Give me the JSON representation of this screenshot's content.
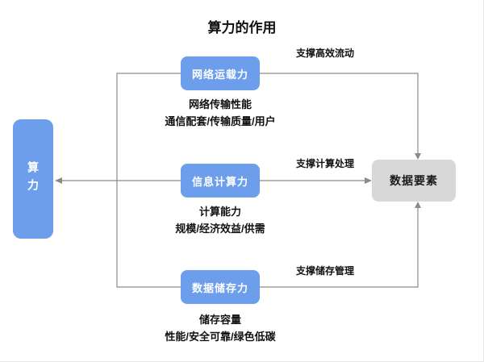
{
  "title": "算力的作用",
  "left_node": {
    "label": "算力"
  },
  "right_node": {
    "label": "数据要素"
  },
  "branches": [
    {
      "box": "网络运载力",
      "desc_line1": "网络传输性能",
      "desc_line2": "通信配套/传输质量/用户",
      "arrow_label": "支撑高效流动"
    },
    {
      "box": "信息计算力",
      "desc_line1": "计算能力",
      "desc_line2": "规模/经济效益/供需",
      "arrow_label": "支撑计算处理"
    },
    {
      "box": "数据储存力",
      "desc_line1": "储存容量",
      "desc_line2": "性能/安全可靠/绿色低碳",
      "arrow_label": "支撑储存管理"
    }
  ],
  "colors": {
    "box_blue": "#6D9EEB",
    "node_gray": "#D8D8D8",
    "line": "#8A8A8A"
  }
}
